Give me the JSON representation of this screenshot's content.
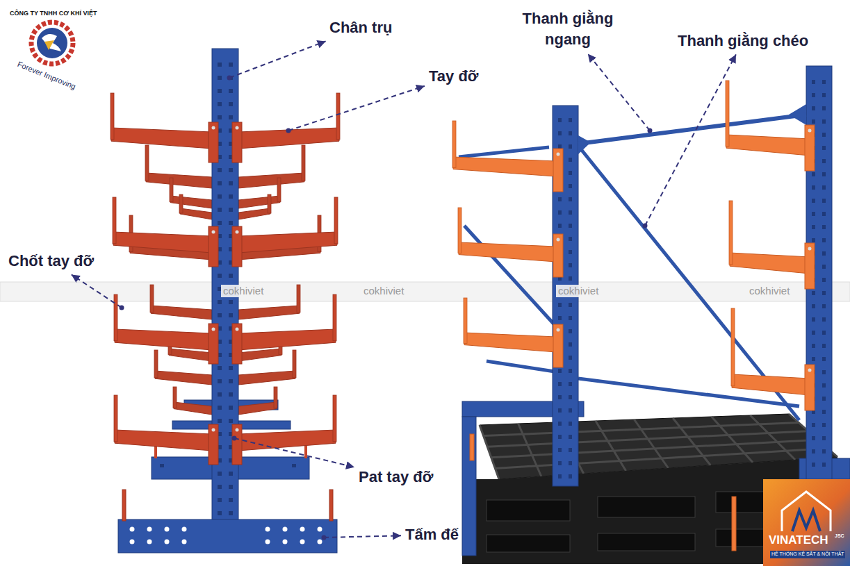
{
  "diagram": {
    "labels": [
      "CÔNG TY TNHH CƠ KHÍ VIỆT",
      "Forever Improving",
      "Chân trụ",
      "Tay đỡ",
      "Chốt tay đỡ",
      "Pat tay đỡ",
      "Tấm đế",
      "Thanh giằng ngang",
      "Thanh giằng chéo",
      "cokhiviet",
      "cokhiviet",
      "cokhiviet",
      "cokhiviet",
      "VINATECH",
      "JSC",
      "HỆ THỐNG KỆ SẮT & NỘI THẤT"
    ]
  }
}
